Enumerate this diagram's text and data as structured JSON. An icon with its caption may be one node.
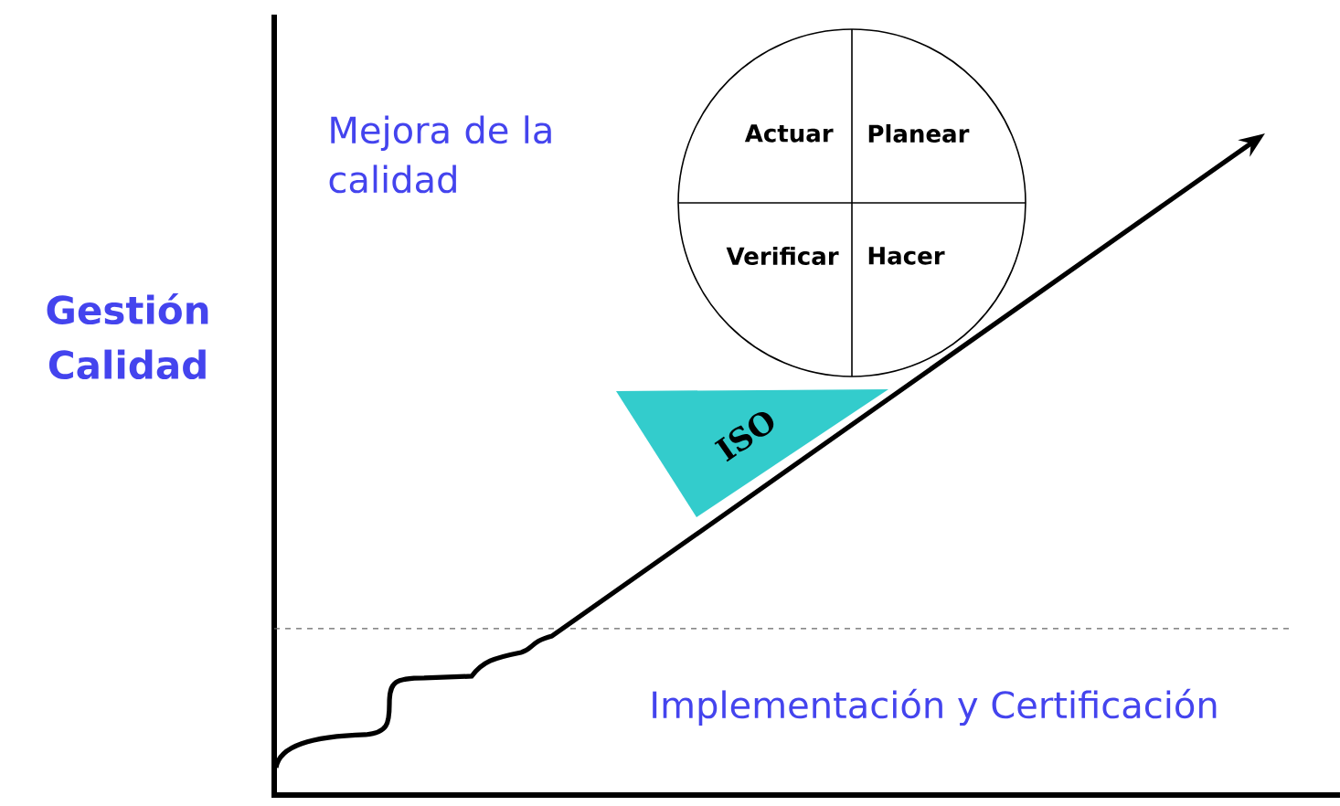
{
  "diagram": {
    "nodes": [
      {
        "text": [
          "Actuar",
          "Planear",
          "Verificar",
          "Hacer"
        ]
      },
      {
        "text": [
          "ISO"
        ]
      }
    ],
    "labels": [
      "Mejora de la calidad",
      "Gestión Calidad",
      "Implementación y Certificación"
    ]
  }
}
